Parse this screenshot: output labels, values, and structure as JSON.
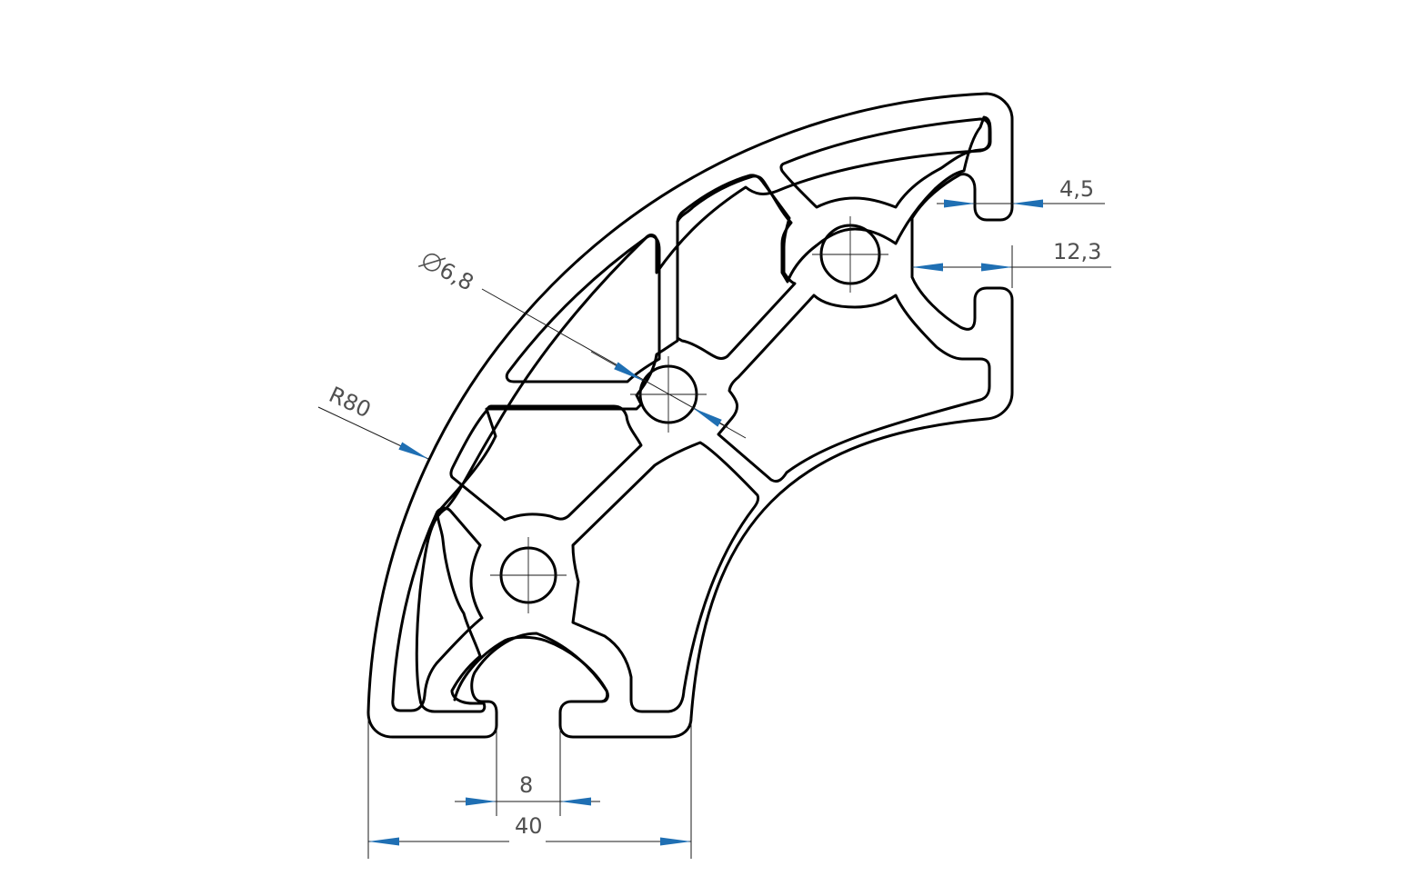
{
  "colors": {
    "outline": "#000000",
    "dimension_line": "#1a1a1a",
    "arrow": "#1f6fb3",
    "text": "#505050",
    "background": "#ffffff"
  },
  "dimensions": {
    "width_slot": "4,5",
    "width_groove": "12,3",
    "hole_diameter": "6,8",
    "radius": "R80",
    "slot_opening": "8",
    "profile_width": "40"
  }
}
